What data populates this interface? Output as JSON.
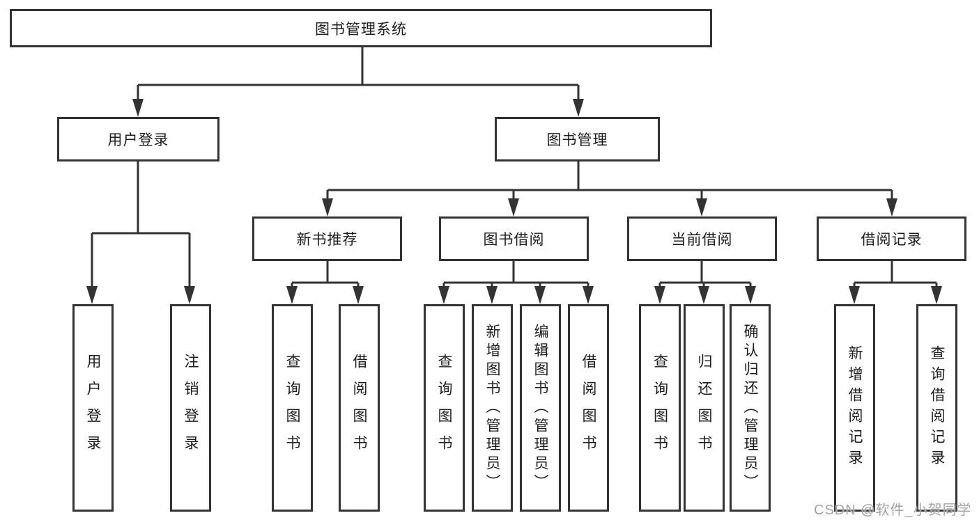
{
  "colors": {
    "line": "#333333",
    "box_border": "#333333",
    "text": "#1c1c1c",
    "background": "#ffffff",
    "watermark": "#a3a3a3"
  },
  "root": {
    "label": "图书管理系统"
  },
  "branches": [
    {
      "label": "用户登录",
      "children": [
        "用户登录",
        "注销登录"
      ]
    },
    {
      "label": "图书管理",
      "modules": [
        {
          "label": "新书推荐",
          "children": [
            "查询图书",
            "借阅图书"
          ]
        },
        {
          "label": "图书借阅",
          "children": [
            "查询图书",
            "新增图书（管理员）",
            "编辑图书（管理员）",
            "借阅图书"
          ]
        },
        {
          "label": "当前借阅",
          "children": [
            "查询图书",
            "归还图书",
            "确认归还（管理员）"
          ]
        },
        {
          "label": "借阅记录",
          "children": [
            "新增借阅记录",
            "查询借阅记录"
          ]
        }
      ]
    }
  ],
  "watermark": "CSDN @软件_小贺同学"
}
